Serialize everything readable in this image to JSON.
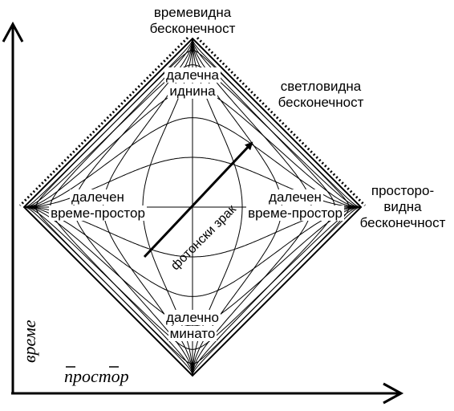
{
  "labels": {
    "timelike_infinity_line1": "времевидна",
    "timelike_infinity_line2": "бесконечност",
    "lightlike_infinity_line1": "светловидна",
    "lightlike_infinity_line2": "бесконечност",
    "spacelike_infinity_line1": "просторо-",
    "spacelike_infinity_line2": "видна",
    "spacelike_infinity_line3": "бесконечност",
    "far_future_line1": "далечна",
    "far_future_line2": "иднина",
    "far_spacetime_left_line1": "далечен",
    "far_spacetime_left_line2": "време-простор",
    "far_spacetime_right_line1": "далечен",
    "far_spacetime_right_line2": "време-простор",
    "far_past_line1": "далечно",
    "far_past_line2": "минато",
    "photon_ray": "фотонски зрак"
  },
  "axes": {
    "time": "време",
    "space": "простор"
  }
}
